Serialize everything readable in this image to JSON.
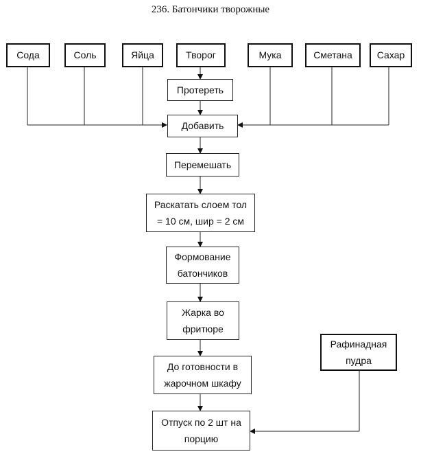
{
  "title": "236. Батончики творожные",
  "ingredients": {
    "soda": "Сода",
    "salt": "Соль",
    "eggs": "Яйца",
    "cottage_cheese": "Творог",
    "flour": "Мука",
    "sour_cream": "Сметана",
    "sugar": "Сахар",
    "powdered_sugar": "Рафинадная\nпудра"
  },
  "steps": {
    "wipe": "Протереть",
    "add": "Добавить",
    "mix": "Перемешать",
    "roll": "Раскатать слоем тол\n= 10 см, шир = 2 см",
    "shape": "Формование\nбатончиков",
    "fry": "Жарка во\nфритюре",
    "finish": "До готовности в\nжарочном шкафу",
    "serve": "Отпуск по 2 шт  на\nпорцию"
  }
}
